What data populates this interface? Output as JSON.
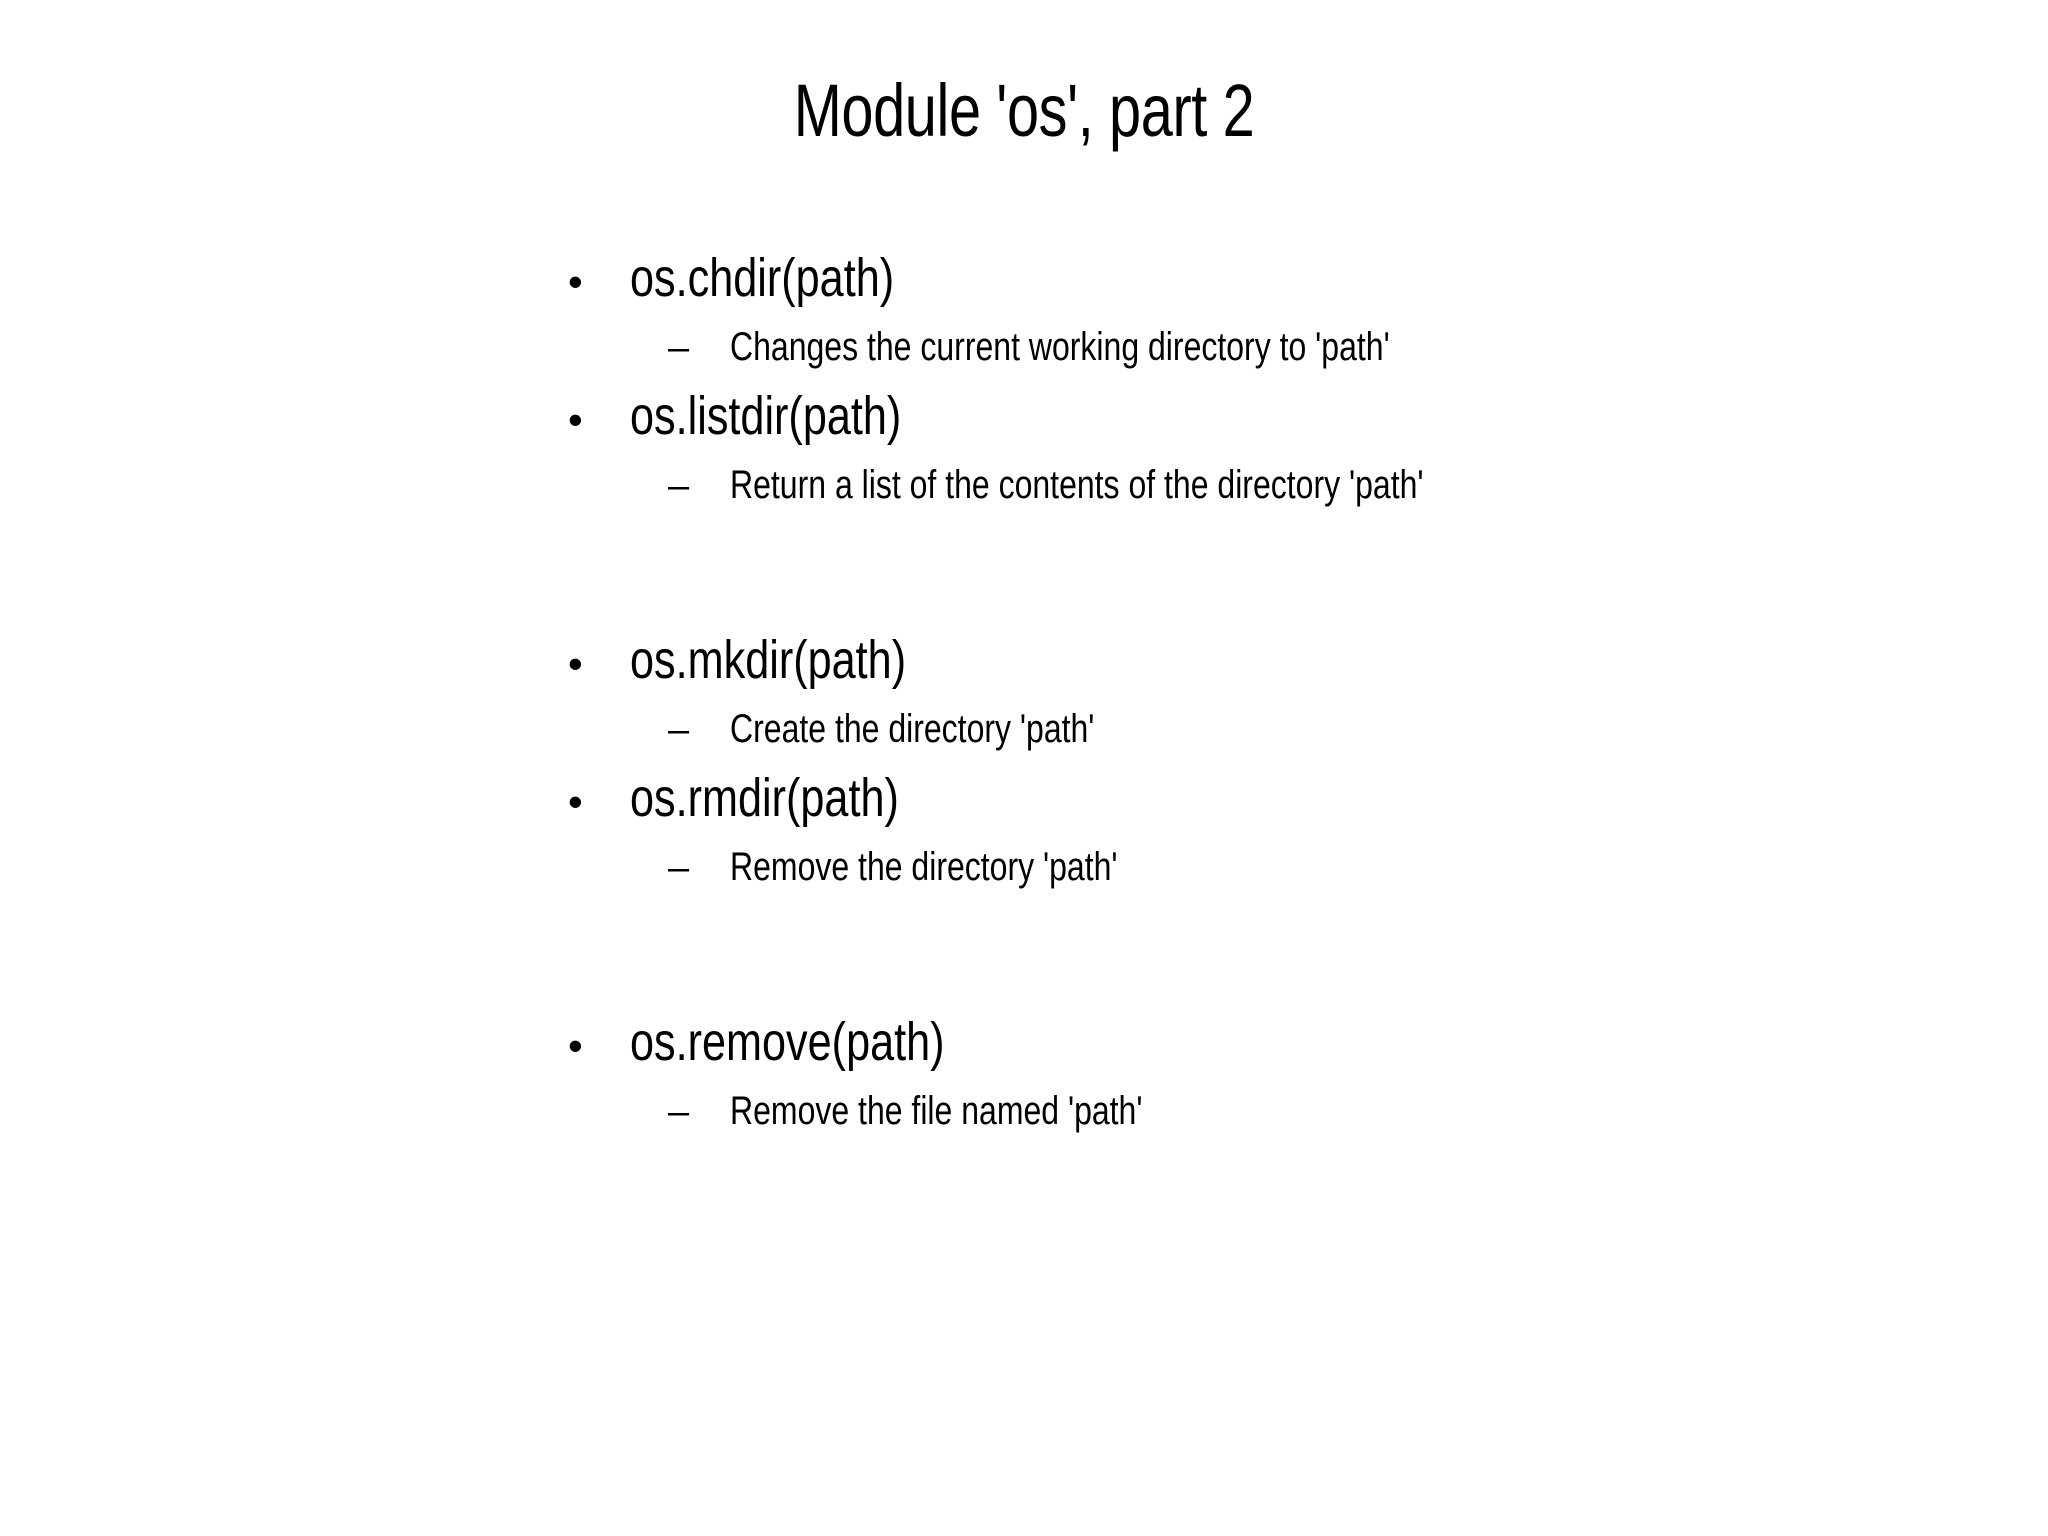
{
  "slide": {
    "title": "Module 'os', part 2",
    "background_color": "#ffffff",
    "text_color": "#000000",
    "bullet_glyph": "•",
    "sub_bullet_glyph": "–",
    "blocks": [
      {
        "heading": "os.chdir(path)",
        "detail": "Changes the current working directory to 'path'"
      },
      {
        "heading": "os.listdir(path)",
        "detail": "Return a list of the contents of the directory 'path'"
      },
      {
        "heading": "os.mkdir(path)",
        "detail": "Create the directory 'path'"
      },
      {
        "heading": "os.rmdir(path)",
        "detail": "Remove the directory 'path'"
      },
      {
        "heading": "os.remove(path)",
        "detail": "Remove the file named 'path'"
      }
    ]
  }
}
